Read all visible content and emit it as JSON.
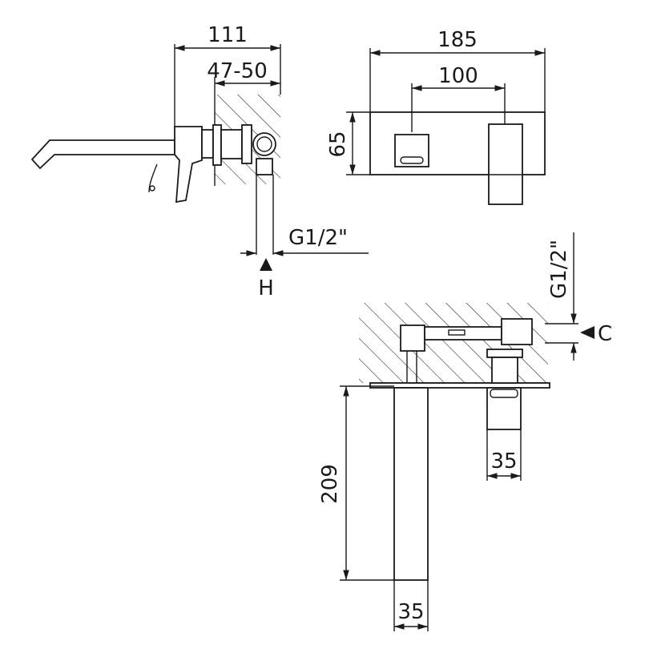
{
  "dimensions": {
    "side_total_depth": "111",
    "side_wall_range": "47-50",
    "side_thread": "G1/2\"",
    "side_marker": "H",
    "front_width": "185",
    "front_spacing": "100",
    "front_height": "65",
    "top_thread": "G1/2\"",
    "top_marker": "C",
    "top_spout_length": "209",
    "top_handle_width": "35",
    "top_spout_width": "35"
  }
}
